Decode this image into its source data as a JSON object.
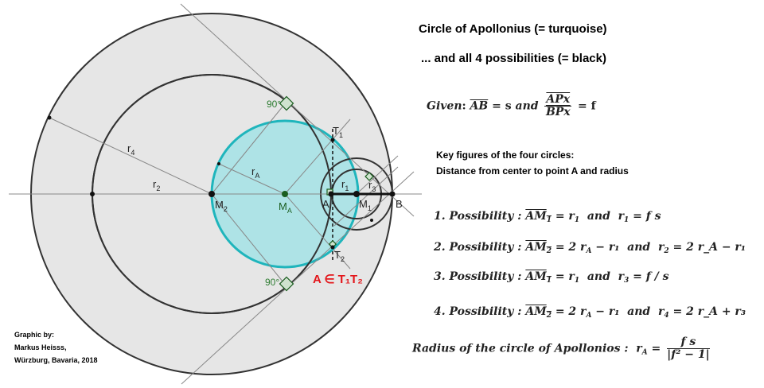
{
  "header": {
    "title": "Circle of Apollonius (= turquoise)",
    "subtitle": "... and all 4 possibilities (= black)"
  },
  "given": {
    "label": "Given",
    "segment": "AB",
    "equals_s": "= s",
    "and": "and",
    "ratio_num": "APx",
    "ratio_den": "BPx",
    "equals_f": "= f"
  },
  "key_figures": {
    "line1": "Key figures of the four circles:",
    "line2": "Distance from center to point A and radius"
  },
  "possibilities": [
    {
      "label": "1. Possibility :",
      "segment": "AM",
      "seg_sub": "1",
      "distance": "= r",
      "distance_sub": "1",
      "distance_tail": "",
      "and": "and",
      "radius": "r",
      "radius_sub": "1",
      "radius_expr": "= f s"
    },
    {
      "label": "2. Possibility :",
      "segment": "AM",
      "seg_sub": "2",
      "distance": "= 2 r",
      "distance_sub": "A",
      "distance_tail": "− r₁",
      "and": "and",
      "radius": "r",
      "radius_sub": "2",
      "radius_expr": "= 2 r_A − r₁"
    },
    {
      "label": "3. Possibility :",
      "segment": "AM",
      "seg_sub": "1",
      "distance": "= r",
      "distance_sub": "1",
      "distance_tail": "",
      "and": "and",
      "radius": "r",
      "radius_sub": "3",
      "radius_expr": "= f / s"
    },
    {
      "label": "4. Possibility :",
      "segment": "AM",
      "seg_sub": "2",
      "distance": "= 2 r",
      "distance_sub": "A",
      "distance_tail": "− r₁",
      "and": "and",
      "radius": "r",
      "radius_sub": "4",
      "radius_expr": "= 2 r_A + r₃"
    }
  ],
  "radius_formula": {
    "label": "Radius of the circle of Apollonios :",
    "lhs": "r",
    "lhs_sub": "A",
    "eq": "=",
    "numerator": "f s",
    "denominator": "|f² − 1|"
  },
  "credit": {
    "line1": "Graphic by:",
    "line2": "Markus Heisss,",
    "line3": "Würzburg, Bavaria, 2018"
  },
  "diagram": {
    "points": {
      "M2": "M",
      "M2_sub": "2",
      "MA": "M",
      "MA_sub": "A",
      "A": "A",
      "M1": "M",
      "M1_sub": "1",
      "B": "B",
      "T1": "T",
      "T1_sub": "1",
      "T2": "T",
      "T2_sub": "2"
    },
    "radii": {
      "r1": "r",
      "r1_sub": "1",
      "r2": "r",
      "r2_sub": "2",
      "r3": "r",
      "r3_sub": "3",
      "r4": "r",
      "r4_sub": "4",
      "rA": "r",
      "rA_sub": "A"
    },
    "angle_label": "90°",
    "annotation": "A ∈ T₁T₂",
    "colors": {
      "outer_fill": "#e6e6e6",
      "apollonius_fill": "#aee3e6",
      "apollonius_stroke": "#1fb5bc",
      "circle_stroke": "#333333",
      "center_MA": "#1b5e20",
      "angle_color": "#2e7d32",
      "annotation_color": "#e3161b"
    }
  }
}
